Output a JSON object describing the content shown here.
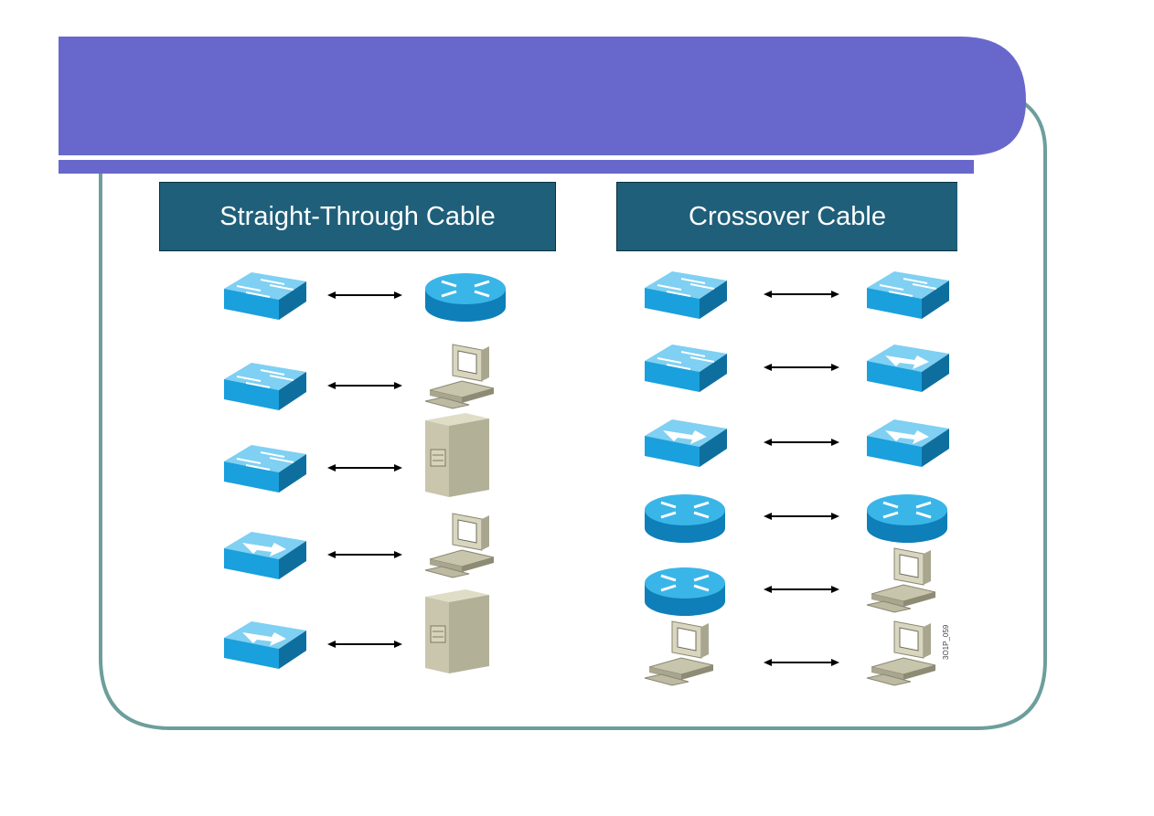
{
  "slide": {
    "title": "",
    "colors": {
      "banner": "#6868cc",
      "frame": "#6d9e9c",
      "header_bg": "#1f5f7a",
      "device_blue": "#1aa0dc"
    }
  },
  "left_panel": {
    "title": "Straight-Through Cable",
    "rows": [
      {
        "a": "switch-icon",
        "b": "router-icon"
      },
      {
        "a": "switch-icon",
        "b": "pc-icon"
      },
      {
        "a": "switch-icon",
        "b": "server-icon"
      },
      {
        "a": "hub-icon",
        "b": "pc-icon"
      },
      {
        "a": "hub-icon",
        "b": "server-icon"
      }
    ]
  },
  "right_panel": {
    "title": "Crossover Cable",
    "rows": [
      {
        "a": "switch-icon",
        "b": "switch-icon"
      },
      {
        "a": "switch-icon",
        "b": "hub-icon"
      },
      {
        "a": "hub-icon",
        "b": "hub-icon"
      },
      {
        "a": "router-icon",
        "b": "router-icon"
      },
      {
        "a": "router-icon",
        "b": "pc-icon"
      },
      {
        "a": "pc-icon",
        "b": "pc-icon"
      }
    ]
  },
  "figure_code": "3O1P_059"
}
